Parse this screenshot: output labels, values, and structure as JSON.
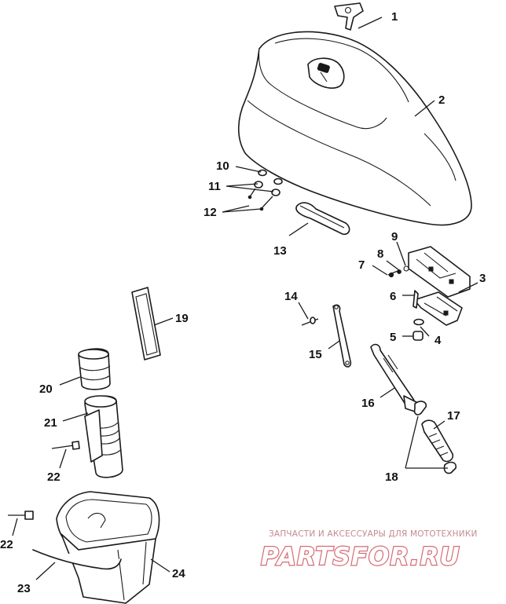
{
  "callouts": {
    "c1": "1",
    "c2": "2",
    "c3": "3",
    "c4": "4",
    "c5": "5",
    "c6": "6",
    "c7": "7",
    "c8": "8",
    "c9": "9",
    "c10": "10",
    "c11": "11",
    "c12": "12",
    "c13": "13",
    "c14": "14",
    "c15": "15",
    "c16": "16",
    "c17": "17",
    "c18": "18",
    "c19": "19",
    "c20": "20",
    "c21": "21",
    "c22a": "22",
    "c22b": "22",
    "c23": "23",
    "c24": "24"
  },
  "watermark": {
    "tagline": "ЗАПЧАСТИ И АКСЕССУАРЫ ДЛЯ МОТОТЕХНИКИ",
    "logo": "PARTSFOR.RU",
    "accent_color": "#d46a73"
  }
}
